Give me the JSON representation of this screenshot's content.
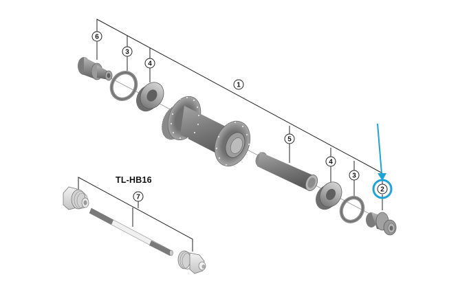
{
  "diagram": {
    "type": "exploded-parts-view",
    "accent_color": "#1ea3d8",
    "line_color": "#222222",
    "part_color": "#8c8c8c",
    "tool_label": "TL-HB16",
    "callouts": [
      {
        "id": "c6",
        "number": "6",
        "part": "lock-nut-left"
      },
      {
        "id": "c3a",
        "number": "3",
        "part": "dust-cap-left"
      },
      {
        "id": "c4a",
        "number": "4",
        "part": "bearing-left"
      },
      {
        "id": "c1",
        "number": "1",
        "part": "hub-shell"
      },
      {
        "id": "c5",
        "number": "5",
        "part": "sleeve"
      },
      {
        "id": "c4b",
        "number": "4",
        "part": "bearing-right"
      },
      {
        "id": "c3b",
        "number": "3",
        "part": "dust-cap-right"
      },
      {
        "id": "c2",
        "number": "2",
        "part": "lock-nut-right",
        "highlighted": true
      },
      {
        "id": "c7",
        "number": "7",
        "part": "bearing-press-tool"
      }
    ]
  }
}
